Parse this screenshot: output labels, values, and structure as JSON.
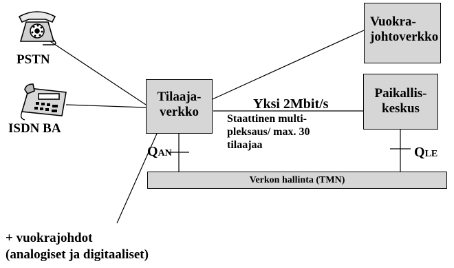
{
  "nodes": {
    "tilaajaverkko": [
      "Tilaaja-",
      "verkko"
    ],
    "paikalliskeskus": [
      "Paikallis-",
      "keskus"
    ],
    "vuokrajohtoverkko": [
      "Vuokra-",
      "johtoverkko"
    ]
  },
  "labels": {
    "pstn": "PSTN",
    "isdn": "ISDN  BA",
    "link_title": "Yksi  2Mbit/s",
    "link_desc": [
      "Staattinen multi-",
      "pleksaus/ max. 30",
      "tilaajaa"
    ],
    "leased": [
      "+ vuokrajohdot",
      "(analogiset ja digitaaliset)"
    ]
  },
  "interfaces": {
    "q_an": {
      "main": "Q",
      "sub": "AN"
    },
    "q_le": {
      "main": "Q",
      "sub": "LE"
    }
  },
  "management_bar": "Verkon hallinta (TMN)",
  "colors": {
    "box_fill": "#d6d6d6",
    "line": "#000000"
  },
  "icons": [
    "rotary-telephone-icon",
    "isdn-telephone-icon"
  ]
}
